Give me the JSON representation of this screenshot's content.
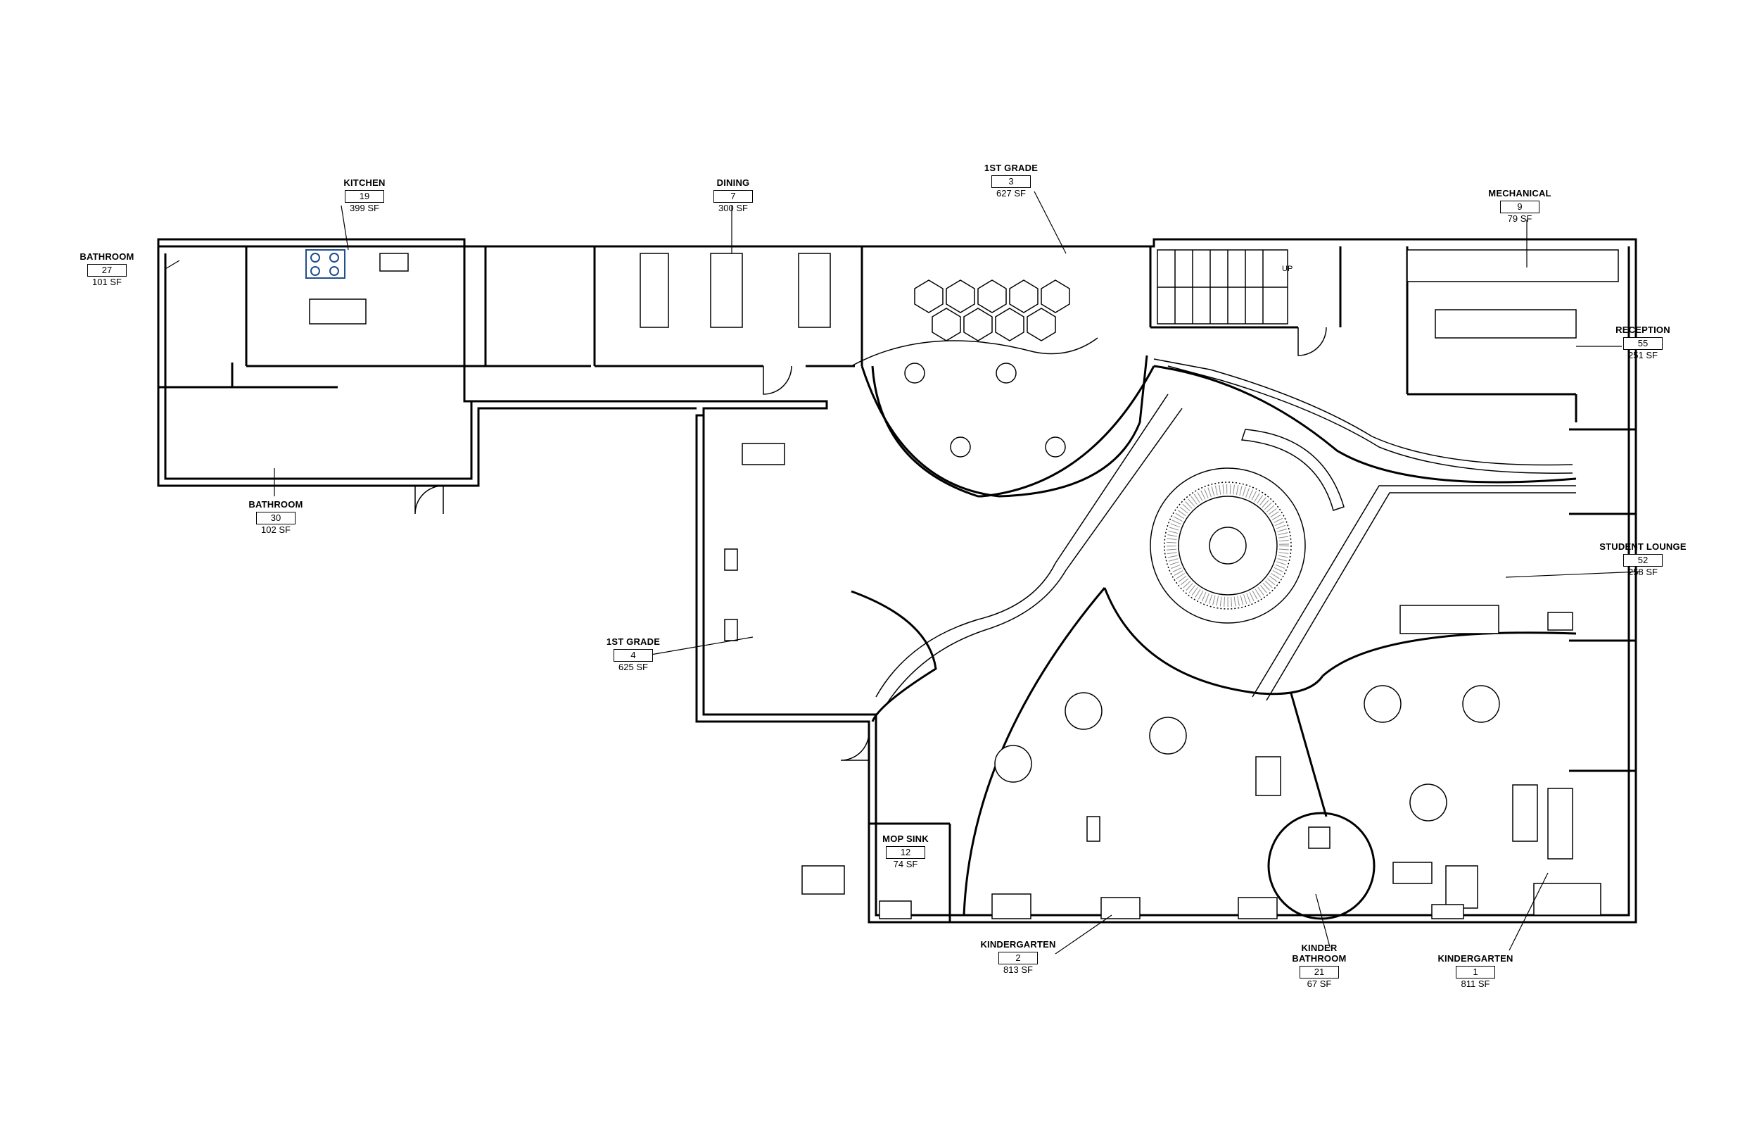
{
  "rooms": [
    {
      "id": "bathroom-27",
      "name": "BATHROOM",
      "number": "27",
      "area": "101 SF"
    },
    {
      "id": "kitchen-19",
      "name": "KITCHEN",
      "number": "19",
      "area": "399 SF"
    },
    {
      "id": "dining-7",
      "name": "DINING",
      "number": "7",
      "area": "300 SF"
    },
    {
      "id": "first-grade-3",
      "name": "1ST GRADE",
      "number": "3",
      "area": "627 SF"
    },
    {
      "id": "mechanical-9",
      "name": "MECHANICAL",
      "number": "9",
      "area": "79 SF"
    },
    {
      "id": "reception-55",
      "name": "RECEPTION",
      "number": "55",
      "area": "251 SF"
    },
    {
      "id": "bathroom-30",
      "name": "BATHROOM",
      "number": "30",
      "area": "102 SF"
    },
    {
      "id": "student-lounge-52",
      "name": "STUDENT LOUNGE",
      "number": "52",
      "area": "258 SF"
    },
    {
      "id": "first-grade-4",
      "name": "1ST GRADE",
      "number": "4",
      "area": "625 SF"
    },
    {
      "id": "mop-sink-12",
      "name": "MOP SINK",
      "number": "12",
      "area": "74 SF"
    },
    {
      "id": "kindergarten-2",
      "name": "KINDERGARTEN",
      "number": "2",
      "area": "813 SF"
    },
    {
      "id": "kinder-bathroom-21",
      "name": "KINDER BATHROOM",
      "number": "21",
      "area": "67 SF"
    },
    {
      "id": "kindergarten-1",
      "name": "KINDERGARTEN",
      "number": "1",
      "area": "811 SF"
    }
  ],
  "stair_label": "UP",
  "colors": {
    "linework": "#000000",
    "appliance_accent": "#1f4e8c",
    "background": "#ffffff"
  }
}
